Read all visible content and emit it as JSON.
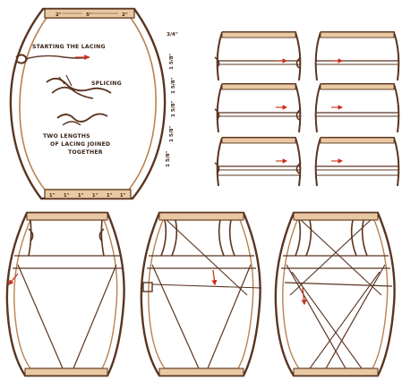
{
  "labels": {
    "starting": "STARTING THE LACING",
    "splicing": "SPLICING",
    "two_lengths_1": "TWO LENGTHS",
    "two_lengths_2": "OF LACING JOINED",
    "two_lengths_3": "TOGETHER"
  },
  "dimensions": {
    "top_left": "2\"",
    "top_mid": "5\"",
    "top_right": "2\"",
    "side": [
      "3/4\"",
      "1 5/8\"",
      "1 5/8\"",
      "1 5/8\"",
      "1 5/8\"",
      "1 5/8\""
    ],
    "bottom": [
      "1\"",
      "1\"",
      "1\"",
      "1\"",
      "1\"",
      "1\""
    ]
  },
  "colors": {
    "ink": "#5a3520",
    "wood": "#b98152",
    "wood_light": "#d9a77a",
    "arrow": "#cc2a1a"
  }
}
